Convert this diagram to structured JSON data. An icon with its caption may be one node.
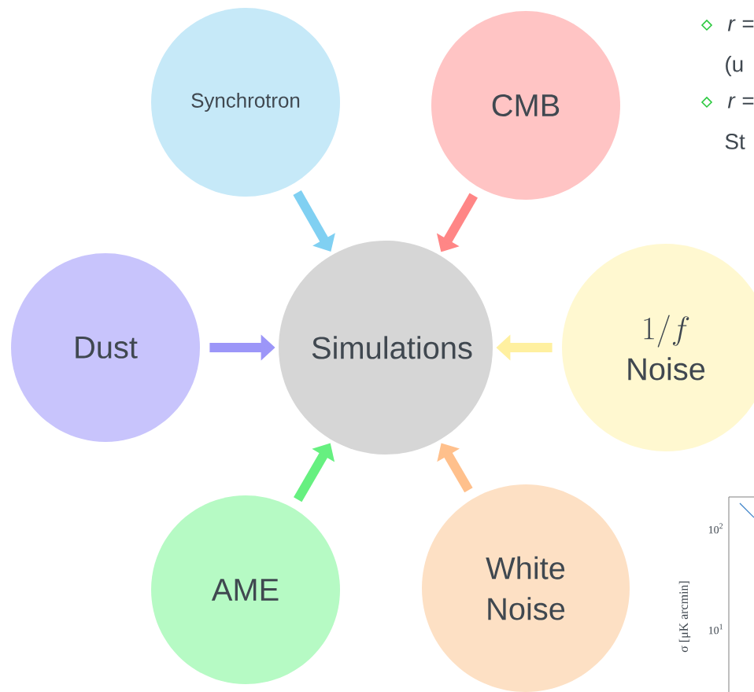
{
  "diagram": {
    "nodes": [
      {
        "text": [
          "Synchrotron"
        ]
      },
      {
        "text": [
          "CMB"
        ]
      },
      {
        "text": [
          "Dust"
        ]
      },
      {
        "text": [
          "Simulations"
        ]
      },
      {
        "text": [
          "1/f",
          "Noise"
        ]
      },
      {
        "text": [
          "AME"
        ]
      },
      {
        "text": [
          "White Noise"
        ]
      }
    ],
    "edges": [
      {
        "from": 0,
        "to": 3,
        "arrow": "to",
        "color": "#80d0f2"
      },
      {
        "from": 1,
        "to": 3,
        "arrow": "to",
        "color": "#ff8686"
      },
      {
        "from": 2,
        "to": 3,
        "arrow": "to",
        "color": "#9c96f8"
      },
      {
        "from": 4,
        "to": 3,
        "arrow": "to",
        "color": "#fff0a0"
      },
      {
        "from": 5,
        "to": 3,
        "arrow": "to",
        "color": "#66f080"
      },
      {
        "from": 6,
        "to": 3,
        "arrow": "to",
        "color": "#ffc08c"
      }
    ],
    "labels": [
      "*r* =",
      "(u",
      "*r* =",
      "St",
      "10$^{2}$",
      "10$^{1}$",
      "σ [μK arcmin]"
    ]
  }
}
